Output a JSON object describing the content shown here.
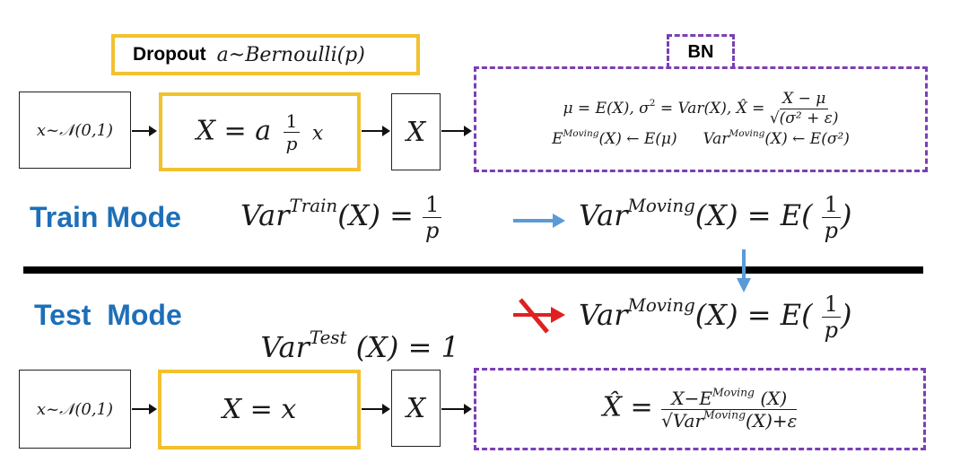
{
  "top": {
    "dropout_label": "Dropout",
    "dropout_dist": "a~Bernoulli(p)",
    "input": "x~𝒩(0,1)",
    "dropout_formula_lhs": "X = a",
    "dropout_frac_num": "1",
    "dropout_frac_den": "p",
    "dropout_formula_tail": "x",
    "out": "X",
    "bn_label": "BN",
    "bn_line1_a": "μ = E(X), σ",
    "bn_line1_b": " = Var(X), X̂ = ",
    "bn_line1_num": "X − μ",
    "bn_line1_den": "√(σ² + ε)",
    "bn_line2_a": "E",
    "bn_line2_sup": "Moving",
    "bn_line2_b": "(X) ← E(μ)",
    "bn_line2_c": "Var",
    "bn_line2_sup2": "Moving",
    "bn_line2_d": "(X) ← E(σ²)"
  },
  "train": {
    "label": "Train Mode",
    "var": "Var",
    "sup": "Train",
    "mid": "(X) = ",
    "num": "1",
    "den": "p",
    "rhs_var": "Var",
    "rhs_sup": "Moving",
    "rhs_mid": "(X) = E(",
    "rhs_num": "1",
    "rhs_den": "p",
    "rhs_close": ")"
  },
  "test": {
    "label": "Test  Mode",
    "var": "Var",
    "sup": "Test",
    "mid": " (X) = 1",
    "rhs_var": "Var",
    "rhs_sup": "Moving",
    "rhs_mid": "(X) = E(",
    "rhs_num": "1",
    "rhs_den": "p",
    "rhs_close": ")"
  },
  "bottom": {
    "input": "x~𝒩(0,1)",
    "formula": "X = x",
    "out": "X",
    "hat": "X̂ = ",
    "num_a": "X−E",
    "num_sup": "Moving",
    "num_b": " (X)",
    "den_a": "√Var",
    "den_sup": "Moving",
    "den_b": "(X)+ε"
  },
  "colors": {
    "yellow": "#f2c12e",
    "purple": "#7b3fb5",
    "blue_text": "#1d6fb8",
    "blue_arrow": "#5b9bd5",
    "red_cross": "#e02020"
  }
}
